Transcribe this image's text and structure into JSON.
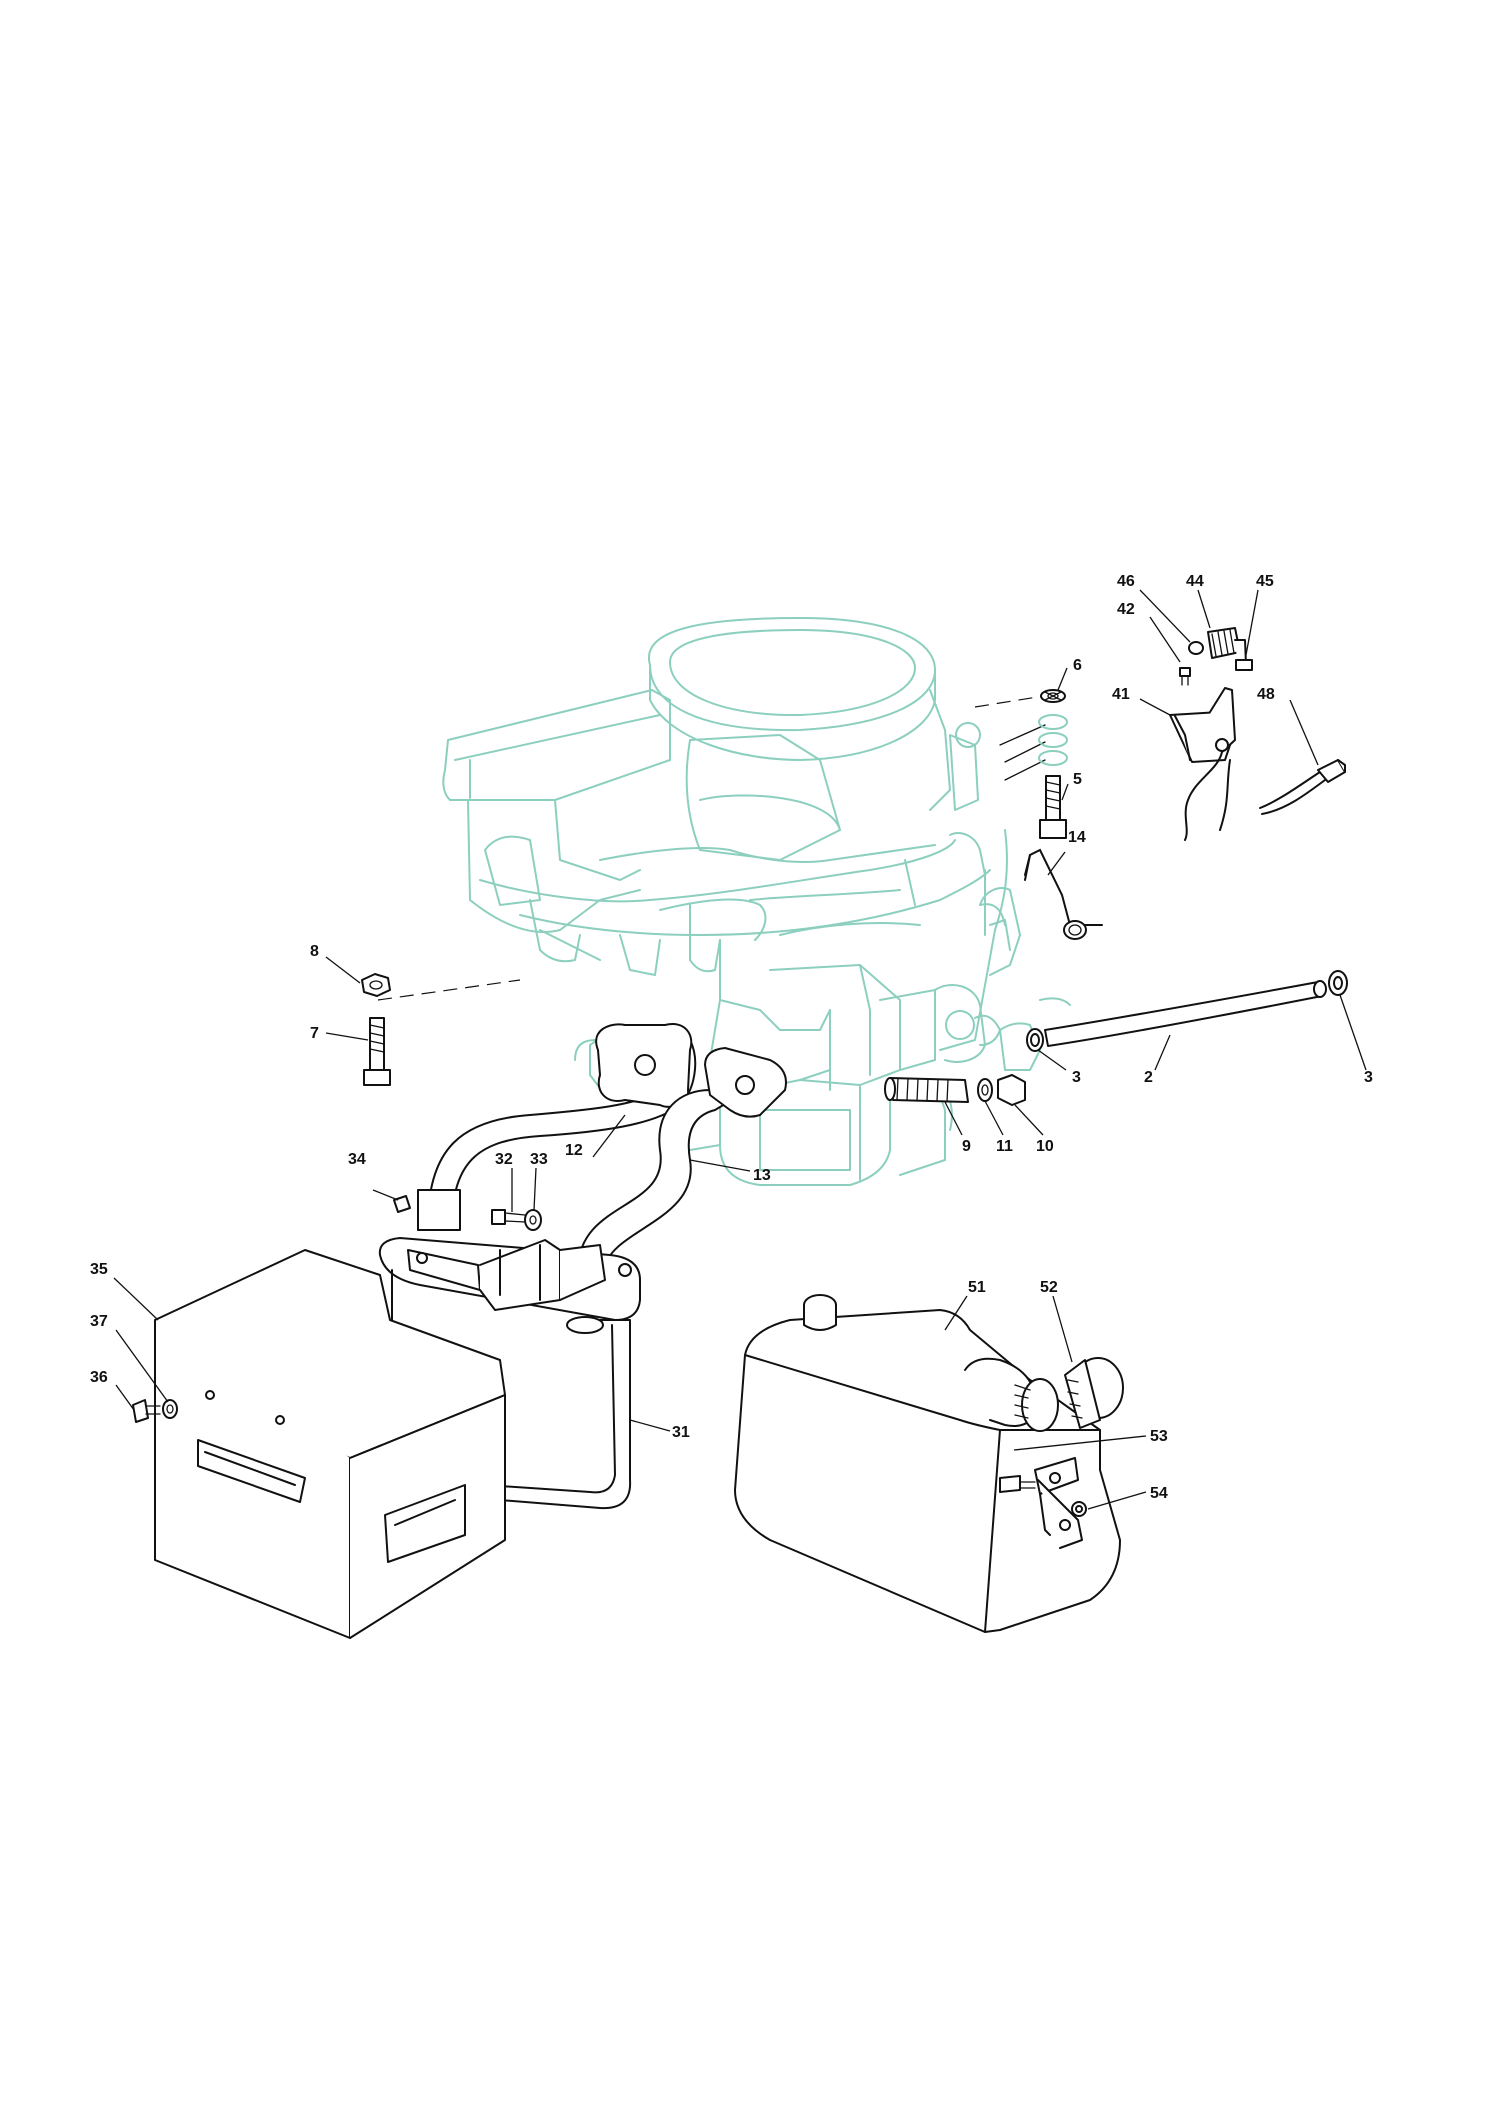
{
  "colors": {
    "engine_outline": "#8ccfbf",
    "part_outline": "#111111",
    "background": "#ffffff"
  },
  "callouts": {
    "c46": "46",
    "c44": "44",
    "c45": "45",
    "c42": "42",
    "c6": "6",
    "c41": "41",
    "c48": "48",
    "c5": "5",
    "c14": "14",
    "c8": "8",
    "c7": "7",
    "c3a": "3",
    "c2": "2",
    "c3b": "3",
    "c12": "12",
    "c9": "9",
    "c11": "11",
    "c10": "10",
    "c34": "34",
    "c32": "32",
    "c33": "33",
    "c13": "13",
    "c35": "35",
    "c51": "51",
    "c52": "52",
    "c37": "37",
    "c36": "36",
    "c31": "31",
    "c53": "53",
    "c54": "54"
  }
}
